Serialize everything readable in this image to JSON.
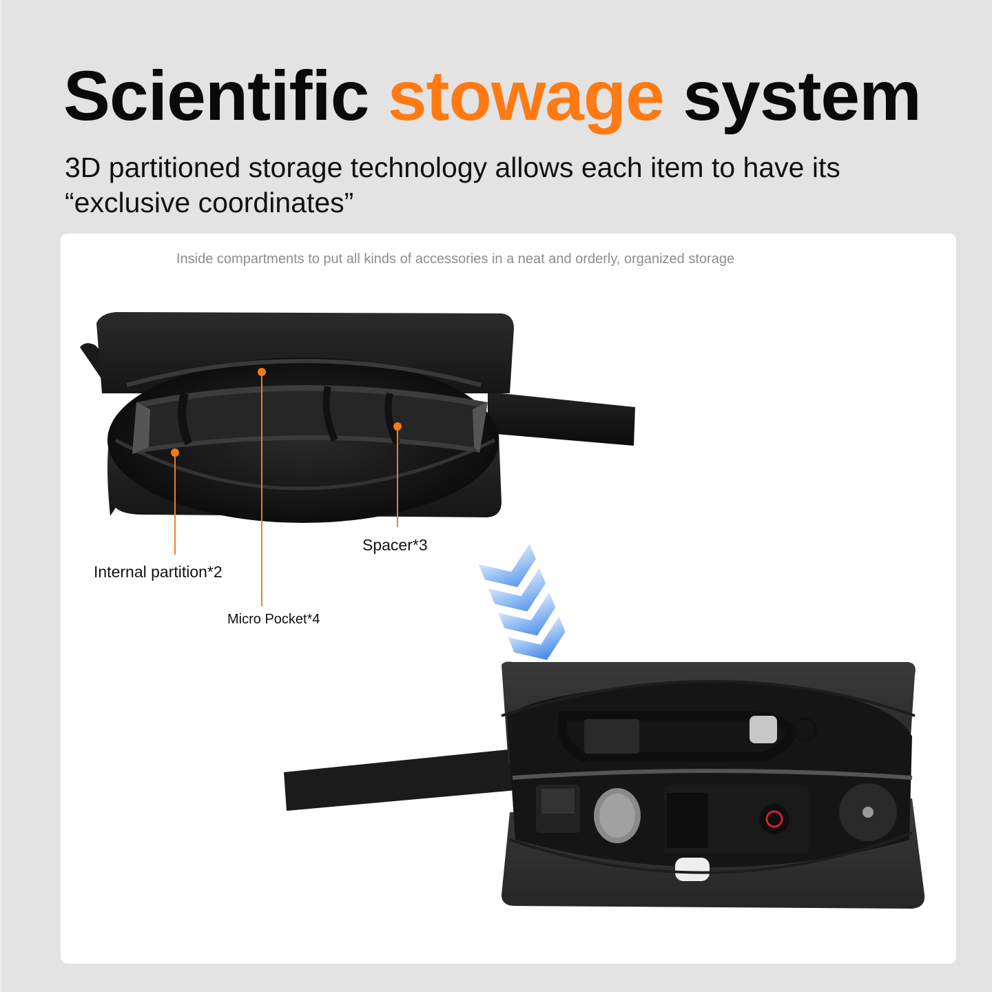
{
  "header": {
    "title_part1": "Scientific ",
    "title_accent": "stowage",
    "title_part2": " system",
    "subtitle": "3D partitioned storage technology allows each item to have its “exclusive coordinates”"
  },
  "panel": {
    "caption": "Inside compartments to put all kinds of accessories in a neat and orderly, organized storage",
    "callouts": [
      {
        "label": "Internal partition*2"
      },
      {
        "label": "Micro Pocket*4"
      },
      {
        "label": "Spacer*3"
      }
    ],
    "images": {
      "top": "empty-open-bag",
      "bottom": "filled-bag-with-accessories"
    },
    "arrow_icon": "chevron-down-arrows"
  },
  "colors": {
    "accent": "#ff7a12",
    "leader": "#e8802a",
    "background": "#e3e3e3",
    "panel": "#ffffff",
    "arrow_blue": "#4a8fe6"
  }
}
